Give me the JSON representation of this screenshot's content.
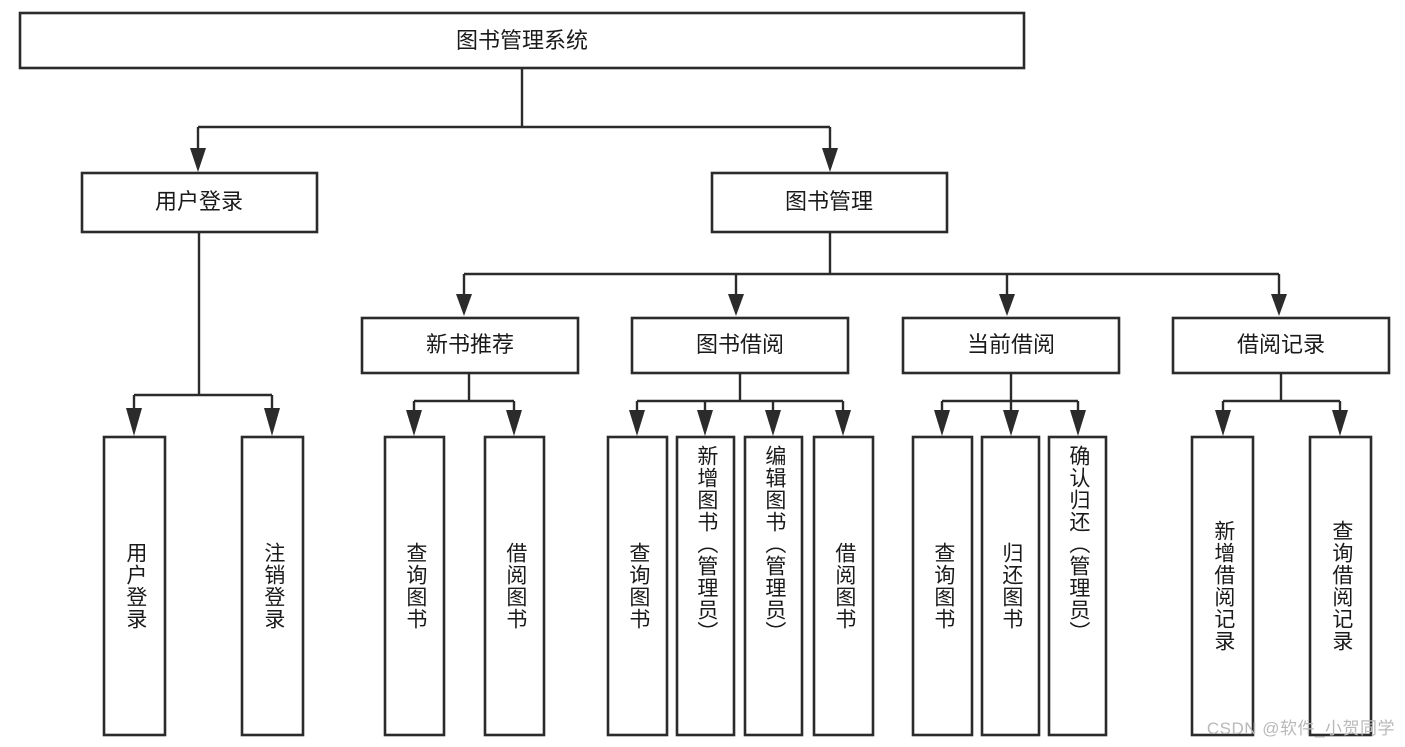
{
  "diagram": {
    "type": "tree-hierarchy",
    "title": "图书管理系统",
    "orientation": "top-down",
    "colors": {
      "box_stroke": "#2b2b2b",
      "box_fill": "#ffffff",
      "connector": "#2b2b2b",
      "text": "#1a1a1a",
      "watermark": "#b9b9b9",
      "background": "#ffffff"
    },
    "root": {
      "id": "root",
      "label": "图书管理系统"
    },
    "level1": [
      {
        "id": "n-user-login",
        "label": "用户登录"
      },
      {
        "id": "n-book-manage",
        "label": "图书管理"
      }
    ],
    "level2": [
      {
        "id": "n-new-book-rec",
        "label": "新书推荐",
        "parent": "n-book-manage"
      },
      {
        "id": "n-book-borrow",
        "label": "图书借阅",
        "parent": "n-book-manage"
      },
      {
        "id": "n-current-borrow",
        "label": "当前借阅",
        "parent": "n-book-manage"
      },
      {
        "id": "n-borrow-record",
        "label": "借阅记录",
        "parent": "n-book-manage"
      }
    ],
    "leaves": [
      {
        "id": "leaf-user-login",
        "label": "用户登录",
        "parent": "n-user-login"
      },
      {
        "id": "leaf-logout-login",
        "label": "注销登录",
        "parent": "n-user-login"
      },
      {
        "id": "leaf-query-book-1",
        "label": "查询图书",
        "parent": "n-new-book-rec"
      },
      {
        "id": "leaf-borrow-book-1",
        "label": "借阅图书",
        "parent": "n-new-book-rec"
      },
      {
        "id": "leaf-query-book-2",
        "label": "查询图书",
        "parent": "n-book-borrow"
      },
      {
        "id": "leaf-add-book",
        "label": "新增图书（管理员）",
        "parent": "n-book-borrow"
      },
      {
        "id": "leaf-edit-book",
        "label": "编辑图书（管理员）",
        "parent": "n-book-borrow"
      },
      {
        "id": "leaf-borrow-book-2",
        "label": "借阅图书",
        "parent": "n-book-borrow"
      },
      {
        "id": "leaf-query-book-3",
        "label": "查询图书",
        "parent": "n-current-borrow"
      },
      {
        "id": "leaf-return-book",
        "label": "归还图书",
        "parent": "n-current-borrow"
      },
      {
        "id": "leaf-confirm-return",
        "label": "确认归还（管理员）",
        "parent": "n-current-borrow"
      },
      {
        "id": "leaf-add-record",
        "label": "新增借阅记录",
        "parent": "n-borrow-record"
      },
      {
        "id": "leaf-query-record",
        "label": "查询借阅记录",
        "parent": "n-borrow-record"
      }
    ]
  },
  "watermark": {
    "text": "CSDN @软件_小贺同学"
  }
}
